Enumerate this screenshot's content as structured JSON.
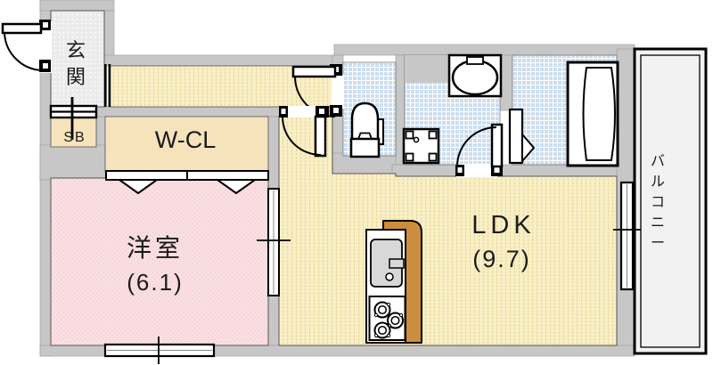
{
  "rooms": {
    "entrance": {
      "label": "玄関",
      "chars": [
        "玄",
        "関"
      ]
    },
    "shoe_box": {
      "label": "SB"
    },
    "walk_in_closet": {
      "label": "W-CL"
    },
    "western_room": {
      "label": "洋室",
      "size": "(6.1)"
    },
    "ldk": {
      "label": "LDK",
      "size": "(9.7)"
    },
    "balcony": {
      "label": "バルコニー",
      "chars": [
        "バ",
        "ル",
        "コ",
        "ニ",
        "ー"
      ]
    }
  },
  "colors": {
    "wall": "#c7c7c7",
    "corridor_floor": "#f9efc5",
    "closet_floor": "#f6e3bc",
    "western_room_floor": "#fadfe3",
    "wet_area_floor": "#cbdef1",
    "entrance_floor": "#ebebeb",
    "balcony_floor": "#f2f2f2",
    "kitchen_counter": "#cd8d3f",
    "outline": "#000000"
  }
}
